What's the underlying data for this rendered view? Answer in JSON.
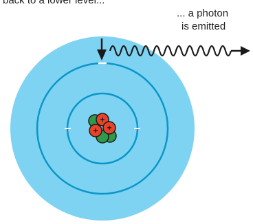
{
  "captions": {
    "top_left": "back to a lower level...",
    "photon_line_1": "... a photon",
    "photon_line_2": "is emitted"
  },
  "colors": {
    "atom_fill": "#7fd3f2",
    "orbit_ring": "#0a96c8",
    "proton": "#e8432a",
    "neutron": "#2f9a4b",
    "electron_marker": "#ffffff",
    "arrow": "#1a1a1a"
  },
  "icons": {
    "proton_symbol": "+",
    "electron_symbol": "-"
  }
}
